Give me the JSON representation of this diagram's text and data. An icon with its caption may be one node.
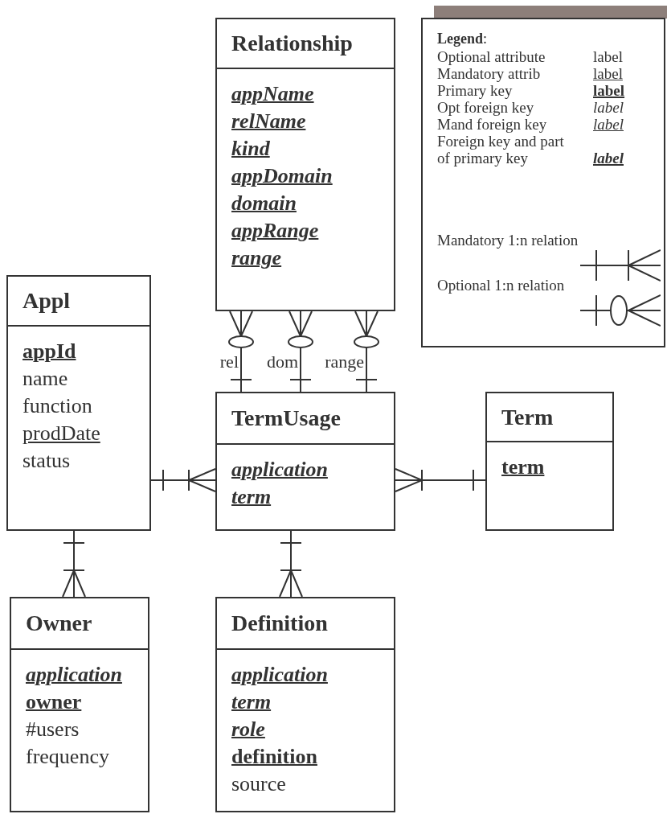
{
  "diagram": {
    "nodes": [
      {
        "text": [
          "Relationship",
          "appName",
          "relName",
          "kind",
          "appDomain",
          "domain",
          "appRange",
          "range"
        ]
      },
      {
        "text": [
          "Appl",
          "appId",
          "name",
          "function",
          "prodDate",
          "status"
        ]
      },
      {
        "text": [
          "TermUsage",
          "application",
          "term"
        ]
      },
      {
        "text": [
          "Term",
          "term"
        ]
      },
      {
        "text": [
          "Owner",
          "application",
          "owner",
          "#users",
          "frequency"
        ]
      },
      {
        "text": [
          "Definition",
          "application",
          "term",
          "role",
          "definition",
          "source"
        ]
      }
    ],
    "edges": [
      {
        "from": 2,
        "to": 0,
        "arrow": "other",
        "label": "rel"
      },
      {
        "from": 2,
        "to": 0,
        "arrow": "other",
        "label": "dom"
      },
      {
        "from": 2,
        "to": 0,
        "arrow": "other",
        "label": "range"
      },
      {
        "from": 1,
        "to": 2,
        "arrow": "other"
      },
      {
        "from": 3,
        "to": 2,
        "arrow": "other"
      },
      {
        "from": 1,
        "to": 4,
        "arrow": "other"
      },
      {
        "from": 2,
        "to": 5,
        "arrow": "other"
      }
    ],
    "labels": [
      "**Legend**:",
      "label",
      "label",
      "label",
      "label",
      "label",
      "label"
    ],
    "legend": [
      {
        "text": "Optional attribute"
      },
      {
        "text": "Mandatory attrib"
      },
      {
        "text": "Primary key"
      },
      {
        "text": "Opt foreign key"
      },
      {
        "text": "Mand foreign key"
      },
      {
        "text": "Foreign key and part of primary key"
      },
      {
        "text": "Mandatory 1:n relation"
      },
      {
        "text": "Optional 1:n relation"
      }
    ]
  }
}
